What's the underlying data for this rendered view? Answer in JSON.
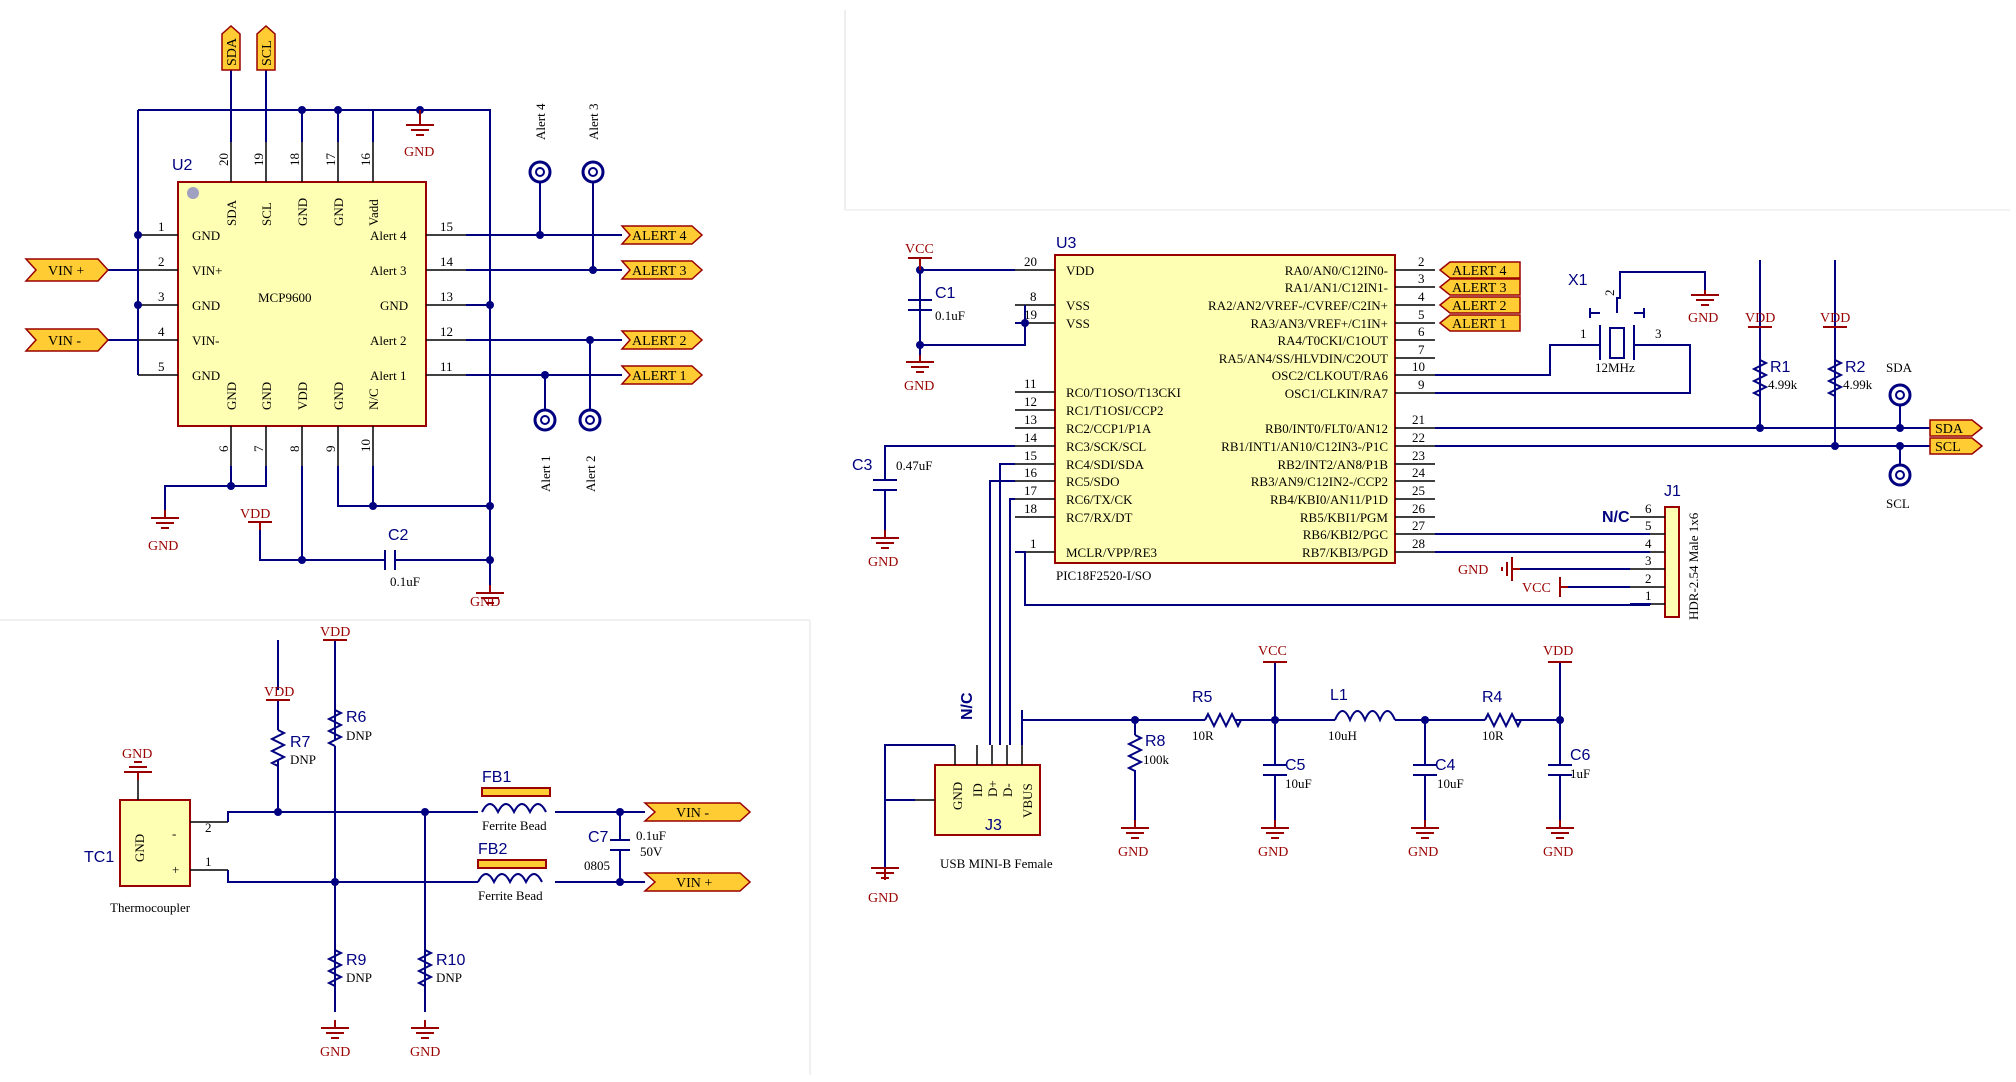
{
  "u2": {
    "ref": "U2",
    "part": "MCP9600",
    "top_pins": [
      {
        "num": "20",
        "name": "SDA"
      },
      {
        "num": "19",
        "name": "SCL"
      },
      {
        "num": "18",
        "name": "GND"
      },
      {
        "num": "17",
        "name": "GND"
      },
      {
        "num": "16",
        "name": "Vadd"
      }
    ],
    "left_pins": [
      {
        "num": "1",
        "name": "GND"
      },
      {
        "num": "2",
        "name": "VIN+"
      },
      {
        "num": "3",
        "name": "GND"
      },
      {
        "num": "4",
        "name": "VIN-"
      },
      {
        "num": "5",
        "name": "GND"
      }
    ],
    "right_pins": [
      {
        "num": "15",
        "name": "Alert 4"
      },
      {
        "num": "14",
        "name": "Alert 3"
      },
      {
        "num": "13",
        "name": "GND"
      },
      {
        "num": "12",
        "name": "Alert 2"
      },
      {
        "num": "11",
        "name": "Alert 1"
      }
    ],
    "bottom_pins": [
      {
        "num": "6",
        "name": "GND"
      },
      {
        "num": "7",
        "name": "GND"
      },
      {
        "num": "8",
        "name": "VDD"
      },
      {
        "num": "9",
        "name": "GND"
      },
      {
        "num": "10",
        "name": "N/C"
      }
    ]
  },
  "u3": {
    "ref": "U3",
    "part": "PIC18F2520-I/SO",
    "left_pins": [
      {
        "num": "20",
        "name": "VDD"
      },
      {
        "num": "8",
        "name": "VSS"
      },
      {
        "num": "19",
        "name": "VSS"
      },
      {
        "num": "11",
        "name": "RC0/T1OSO/T13CKI"
      },
      {
        "num": "12",
        "name": "RC1/T1OSI/CCP2"
      },
      {
        "num": "13",
        "name": "RC2/CCP1/P1A"
      },
      {
        "num": "14",
        "name": "RC3/SCK/SCL"
      },
      {
        "num": "15",
        "name": "RC4/SDI/SDA"
      },
      {
        "num": "16",
        "name": "RC5/SDO"
      },
      {
        "num": "17",
        "name": "RC6/TX/CK"
      },
      {
        "num": "18",
        "name": "RC7/RX/DT"
      },
      {
        "num": "1",
        "name": "MCLR/VPP/RE3"
      }
    ],
    "right_pins": [
      {
        "num": "2",
        "name": "RA0/AN0/C12IN0-"
      },
      {
        "num": "3",
        "name": "RA1/AN1/C12IN1-"
      },
      {
        "num": "4",
        "name": "RA2/AN2/VREF-/CVREF/C2IN+"
      },
      {
        "num": "5",
        "name": "RA3/AN3/VREF+/C1IN+"
      },
      {
        "num": "6",
        "name": "RA4/T0CKI/C1OUT"
      },
      {
        "num": "7",
        "name": "RA5/AN4/SS/HLVDIN/C2OUT"
      },
      {
        "num": "10",
        "name": "OSC2/CLKOUT/RA6"
      },
      {
        "num": "9",
        "name": "OSC1/CLKIN/RA7"
      },
      {
        "num": "21",
        "name": "RB0/INT0/FLT0/AN12"
      },
      {
        "num": "22",
        "name": "RB1/INT1/AN10/C12IN3-/P1C"
      },
      {
        "num": "23",
        "name": "RB2/INT2/AN8/P1B"
      },
      {
        "num": "24",
        "name": "RB3/AN9/C12IN2-/CCP2"
      },
      {
        "num": "25",
        "name": "RB4/KBI0/AN11/P1D"
      },
      {
        "num": "26",
        "name": "RB5/KBI1/PGM"
      },
      {
        "num": "27",
        "name": "RB6/KBI2/PGC"
      },
      {
        "num": "28",
        "name": "RB7/KBI3/PGD"
      }
    ]
  },
  "ports": {
    "sda": "SDA",
    "scl": "SCL",
    "vin_plus": "VIN +",
    "vin_minus": "VIN -",
    "alert1": "ALERT 1",
    "alert2": "ALERT 2",
    "alert3": "ALERT 3",
    "alert4": "ALERT 4"
  },
  "power": {
    "gnd": "GND",
    "vdd": "VDD",
    "vcc": "VCC"
  },
  "testpoints": {
    "alert1": "Alert 1",
    "alert2": "Alert 2",
    "alert3": "Alert 3",
    "alert4": "Alert 4",
    "sda": "SDA",
    "scl": "SCL"
  },
  "components": {
    "c1": {
      "ref": "C1",
      "value": "0.1uF"
    },
    "c2": {
      "ref": "C2",
      "value": "0.1uF"
    },
    "c3": {
      "ref": "C3",
      "value": "0.47uF"
    },
    "c4": {
      "ref": "C4",
      "value": "10uF"
    },
    "c5": {
      "ref": "C5",
      "value": "10uF"
    },
    "c6": {
      "ref": "C6",
      "value": "1uF"
    },
    "c7": {
      "ref": "C7",
      "value": "0.1uF",
      "voltage": "50V",
      "package": "0805"
    },
    "r1": {
      "ref": "R1",
      "value": "4.99k"
    },
    "r2": {
      "ref": "R2",
      "value": "4.99k"
    },
    "r4": {
      "ref": "R4",
      "value": "10R"
    },
    "r5": {
      "ref": "R5",
      "value": "10R"
    },
    "r6": {
      "ref": "R6",
      "value": "DNP"
    },
    "r7": {
      "ref": "R7",
      "value": "DNP"
    },
    "r8": {
      "ref": "R8",
      "value": "100k"
    },
    "r9": {
      "ref": "R9",
      "value": "DNP"
    },
    "r10": {
      "ref": "R10",
      "value": "DNP"
    },
    "l1": {
      "ref": "L1",
      "value": "10uH"
    },
    "fb1": {
      "ref": "FB1",
      "value": "Ferrite Bead"
    },
    "fb2": {
      "ref": "FB2",
      "value": "Ferrite Bead"
    },
    "x1": {
      "ref": "X1",
      "value": "12MHz"
    },
    "tc1": {
      "ref": "TC1",
      "value": "Thermocoupler",
      "pin_minus": "-",
      "pin_plus": "+"
    },
    "j1": {
      "ref": "J1",
      "value": "HDR-2.54 Male 1x6",
      "nc": "N/C"
    },
    "j3": {
      "ref": "J3",
      "value": "USB MINI-B Female",
      "nc": "N/C",
      "pins": [
        "GND",
        "ID",
        "D+",
        "D-",
        "VBUS"
      ]
    }
  }
}
